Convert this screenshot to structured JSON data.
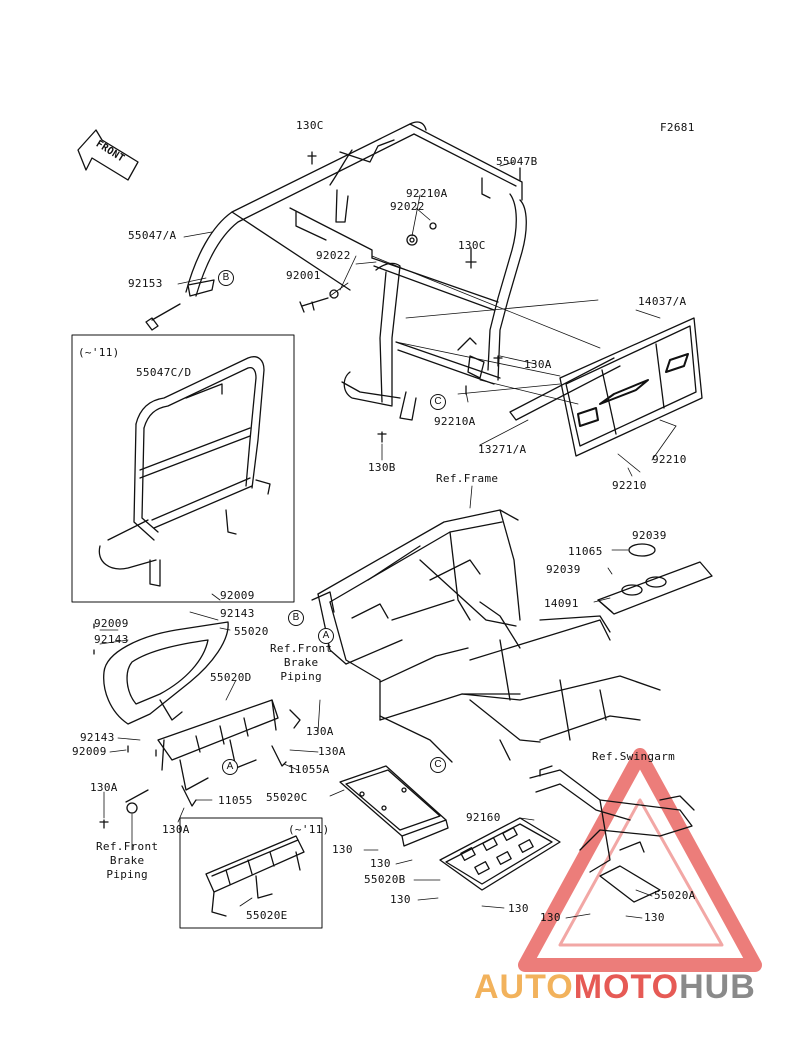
{
  "figure_code": "F2681",
  "front_label": "FRONT",
  "part_numbers": {
    "p130C_top": "130C",
    "p55047B": "55047B",
    "p92210A_top": "92210A",
    "p92022_a": "92022",
    "p130C_mid": "130C",
    "p55047A": "55047/A",
    "p92022_b": "92022",
    "p92001": "92001",
    "p92153": "92153",
    "p14037A": "14037/A",
    "p55047CD": "55047C/D",
    "p130A_r": "130A",
    "p92210A_mid": "92210A",
    "p13271A": "13271/A",
    "p130B": "130B",
    "p92210_a": "92210",
    "p92210_b": "92210",
    "p92039_a": "92039",
    "p11065": "11065",
    "p92039_b": "92039",
    "p14091": "14091",
    "p92009_a": "92009",
    "p92143_a": "92143",
    "p92009_b": "92009",
    "p92143_b": "92143",
    "p55020": "55020",
    "p55020D": "55020D",
    "p130A_b1": "130A",
    "p92143_c": "92143",
    "p92009_c": "92009",
    "p130A_b2": "130A",
    "p11055A": "11055A",
    "p130A_b3": "130A",
    "p11055": "11055",
    "p130A_b4": "130A",
    "p55020C": "55020C",
    "p92160": "92160",
    "p130_a": "130",
    "p130_b": "130",
    "p55020B": "55020B",
    "p130_c": "130",
    "p130_d": "130",
    "p55020A": "55020A",
    "p130_e": "130",
    "p130_f": "130",
    "p55020E": "55020E"
  },
  "inset_years": {
    "top": "(~'11)",
    "bottom": "(~'11)"
  },
  "refs": {
    "frame": "Ref.Frame",
    "front_brake_right": "Ref.Front\nBrake\nPiping",
    "front_brake_left": "Ref.Front\nBrake\nPiping",
    "swingarm": "Ref.Swingarm"
  },
  "callouts": {
    "A": "A",
    "B": "B",
    "C": "C"
  },
  "watermark": {
    "auto": "AUTO",
    "moto": "MOTO",
    "hub": "HUB"
  },
  "colors": {
    "line": "#111111",
    "watermark_red": "#e6524e",
    "watermark_orange": "#f2b25c",
    "watermark_gray": "#8a8a8a"
  }
}
